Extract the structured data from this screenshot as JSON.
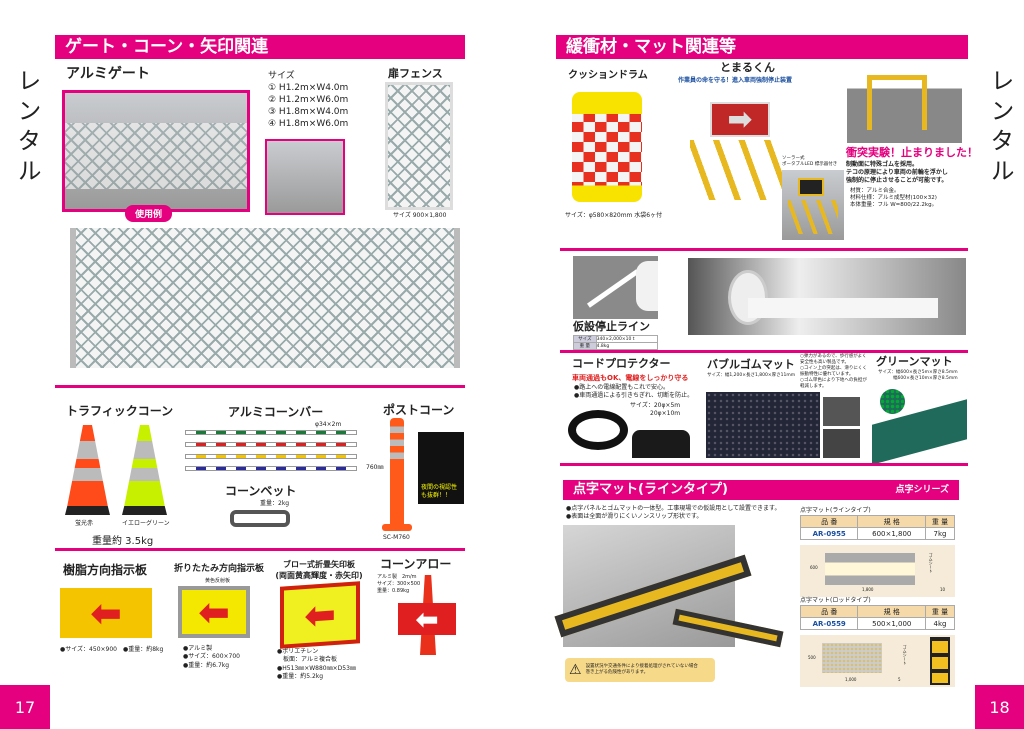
{
  "left": {
    "page_number": "17",
    "side_label": "レンタル",
    "header": "ゲート・コーン・矢印関連",
    "gate": {
      "title": "アルミゲート",
      "badge": "使用例",
      "size_label": "サイズ",
      "sizes": [
        "① H1.2m×W4.0m",
        "② H1.2m×W6.0m",
        "③ H1.8m×W4.0m",
        "④ H1.8m×W6.0m"
      ]
    },
    "fence": {
      "title": "扉フェンス",
      "size": "サイズ 900×1,800"
    },
    "traffic_cone": {
      "title": "トラフィックコーン",
      "labels": [
        "蛍光赤",
        "イエローグリーン"
      ],
      "weight": "重量約 3.5kg"
    },
    "cone_bar": {
      "title": "アルミコーンバー",
      "size": "φ34×2m"
    },
    "cone_bed": {
      "title": "コーンベット",
      "weight": "重量：2kg"
    },
    "post_cone": {
      "title": "ポストコーン",
      "height": "760㎜",
      "model": "SC-M760",
      "night_note": "夜間の視認性も抜群！！"
    },
    "resin_sign": {
      "title": "樹脂方向指示板",
      "specs": [
        "●サイズ：450×900　●重量：約8kg"
      ]
    },
    "folding_sign": {
      "title": "折りたたみ方向指示板",
      "top_label": "黄色反射板",
      "specs": [
        "●アルミ製",
        "●サイズ：600×700",
        "●重量：約6.7kg"
      ]
    },
    "blow_sign": {
      "title_lines": [
        "ブロー式折畳矢印板",
        "(両面黄高輝度・赤矢印)"
      ],
      "specs": [
        "●ポリエチレン",
        "　板面：アルミ複合板",
        "●H513㎜×W880㎜×D53㎜",
        "●重量：約5.2kg"
      ]
    },
    "cone_arrow": {
      "title": "コーンアロー",
      "specs": [
        "アルミ製　2m/m",
        "サイズ：300×500",
        "重量：0.89kg"
      ]
    }
  },
  "right": {
    "page_number": "18",
    "side_label": "レンタル",
    "header": "緩衝材・マット関連等",
    "cushion_drum": {
      "title": "クッションドラム",
      "size": "サイズ：φ580×820mm 水袋6ヶ付"
    },
    "tomarukun": {
      "title": "とまるくん",
      "subtitle": "作業員の命を守る！進入車両強制停止装置",
      "solar_label": [
        "ソーラー式",
        "ポータブルLED 標示器付き"
      ],
      "crash": "衝突実験！止まりました！",
      "desc": [
        "制動面に特殊ゴムを採用。",
        "テコの原理により車両の前輪を浮かし",
        "強制的に停止させることが可能です。"
      ],
      "specs": [
        "材質：アルミ合金。",
        "材料仕様：アルミ成型材(100×32)",
        "本体重量：フル W=800/22.2kg。"
      ]
    },
    "temp_stop_line": {
      "title": "仮設停止ライン",
      "rows": [
        [
          "サイズ",
          "340×2,000×10 t"
        ],
        [
          "重 量",
          "4.8kg"
        ]
      ]
    },
    "cord_protector": {
      "title": "コードプロテクター",
      "catch": "車両通過もOK、電線をしっかり守る",
      "bullets": [
        "●路上への電線配置もこれで安心。",
        "●車両通過による引きちぎれ、切断を防止。"
      ],
      "sizes": [
        "サイズ：20φ×5m",
        "20φ×10m"
      ]
    },
    "bubble_mat": {
      "title": "バブルゴムマット",
      "size": "サイズ：幅1,200×長さ1,800×厚さ11mm",
      "notes": [
        "○弾力があるので、歩行感がよく安全性も高い製品です。",
        "○コイン上の突起は、滑りにくく振動特性に優れています。",
        "○ゴム単色により下地への負担が軽減します。"
      ]
    },
    "green_mat": {
      "title": "グリーンマット",
      "sizes": [
        "サイズ：幅600×長さ5m×厚さ8.5mm",
        "幅600×長さ10m×厚さ8.5mm"
      ]
    },
    "braille_mat": {
      "header": "点字マット(ラインタイプ)",
      "series": "点字シリーズ",
      "bullets": [
        "●点字パネルとゴムマットの一体型。工事現場での仮設用として設置できます。",
        "●表面は全面が滑りにくいノンスリップ形状です。"
      ],
      "warning": [
        "設置状況や交通条件により接着処理がされていない場合",
        "巻き上がる危険性があります。"
      ],
      "tables": [
        {
          "title": "点字マット(ラインタイプ)",
          "headers": [
            "品 番",
            "規 格",
            "重 量"
          ],
          "row": [
            "AR-0955",
            "600×1,800",
            "7kg"
          ],
          "dims": [
            "600",
            "1,800",
            "10",
            "ゴムシート"
          ]
        },
        {
          "title": "点字マット(ロッドタイプ)",
          "headers": [
            "品 番",
            "規 格",
            "重 量"
          ],
          "row": [
            "AR-0559",
            "500×1,000",
            "4kg"
          ],
          "dims": [
            "500",
            "1,000",
            "5",
            "ゴムシート"
          ]
        }
      ]
    }
  },
  "colors": {
    "accent": "#e4007f",
    "yellow": "#f5c400",
    "red": "#e02020",
    "blue": "#1a4fa0"
  }
}
